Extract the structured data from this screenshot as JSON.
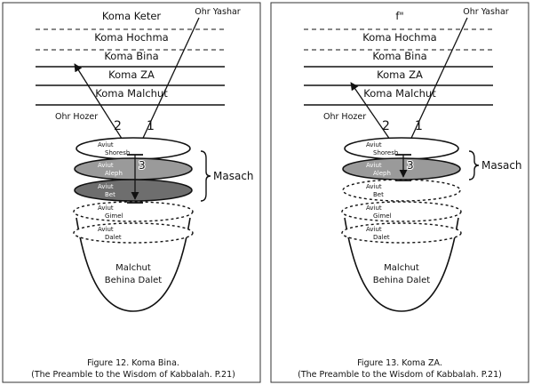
{
  "panels": [
    {
      "levels": [
        "Koma Keter",
        "Koma Hochma",
        "Koma Bina",
        "Koma ZA",
        "Koma Malchut"
      ],
      "ohr_yashar": "Ohr Yashar",
      "ohr_hozer": "Ohr Hozer",
      "ray_labels": [
        "2",
        "1",
        "3"
      ],
      "masach": "Masach",
      "aviut": [
        {
          "word": "Aviut",
          "name": "Shoresh"
        },
        {
          "word": "Aviut",
          "name": "Aleph"
        },
        {
          "word": "Aviut",
          "name": "Bet"
        },
        {
          "word": "Aviut",
          "name": "Gimel"
        },
        {
          "word": "Aviut",
          "name": "Dalet"
        }
      ],
      "vessel": [
        "Malchut",
        "Behina Dalet"
      ],
      "caption": [
        "Figure 12. Koma Bina.",
        "(The Preamble to the Wisdom of Kabbalah. P.21)"
      ]
    },
    {
      "levels": [
        "f\"",
        "Koma Hochma",
        "Koma Bina",
        "Koma ZA",
        "Koma Malchut"
      ],
      "ohr_yashar": "Ohr Yashar",
      "ohr_hozer": "Ohr Hozer",
      "ray_labels": [
        "2",
        "1",
        "3"
      ],
      "masach": "Masach",
      "aviut": [
        {
          "word": "Aviut",
          "name": "Shoresh"
        },
        {
          "word": "Aviut",
          "name": "Aleph"
        },
        {
          "word": "Aviut",
          "name": "Bet"
        },
        {
          "word": "Aviut",
          "name": "Gimel"
        },
        {
          "word": "Aviut",
          "name": "Dalet"
        }
      ],
      "vessel": [
        "Malchut",
        "Behina Dalet"
      ],
      "caption": [
        "Figure 13. Koma ZA.",
        "(The Preamble to the Wisdom of Kabbalah. P.21)"
      ]
    }
  ],
  "colors": {
    "ink": "#111111",
    "aleph_fill": "#9a9a9a",
    "bet_fill": "#6e6e6e",
    "border": "#333333"
  }
}
